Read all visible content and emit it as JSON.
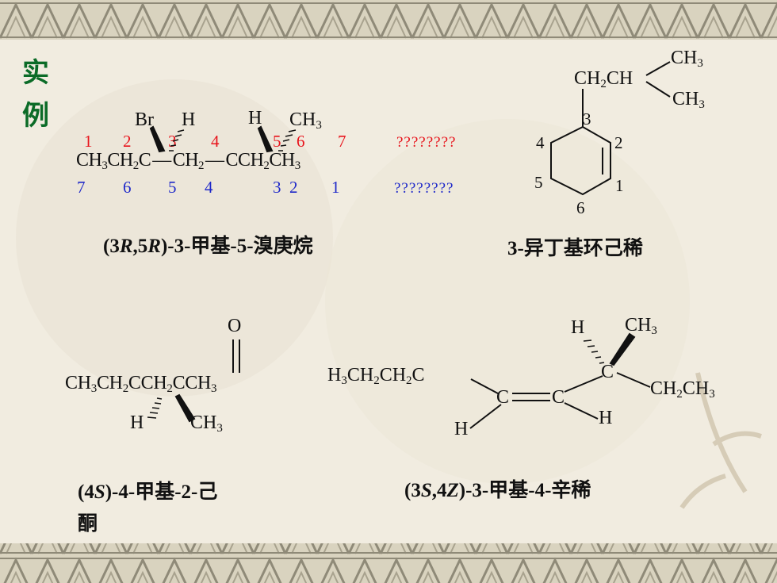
{
  "slide_title": [
    "实",
    "例"
  ],
  "ex1": {
    "top_labels": [
      "Br",
      "H",
      "H",
      "CH3"
    ],
    "red_numbers": [
      "1",
      "2",
      "3",
      "4",
      "5",
      "6",
      "7"
    ],
    "chain": "CH3CH2C—CH2—CCH2CH3",
    "blue_numbers": [
      "7",
      "6",
      "5",
      "4",
      "3",
      "2",
      "1"
    ],
    "q_red": "????????",
    "q_blue": "????????",
    "name_prefix": "(3",
    "name_r1": "R",
    "name_mid": ",5",
    "name_r2": "R",
    "name_suffix": ")-3-甲基-5-溴庚烷"
  },
  "ex2": {
    "substituent_ch": "CH2CH",
    "methyl_1": "CH3",
    "methyl_2": "CH3",
    "ring_numbers": [
      "1",
      "2",
      "3",
      "4",
      "5",
      "6"
    ],
    "name": "3-异丁基环己稀"
  },
  "ex3": {
    "oxygen": "O",
    "chain": "CH3CH2CCH2CCH3",
    "h": "H",
    "ch3": "CH3",
    "name_prefix": "(4",
    "name_s": "S",
    "name_suffix": ")-4-甲基-2-己",
    "name_line2": "酮"
  },
  "ex4": {
    "left_group": "H3CH2CH2C",
    "c1": "C",
    "c2": "C",
    "c3": "C",
    "h_top": "H",
    "ch3_top": "CH3",
    "ch2ch3": "CH2CH3",
    "h_left": "H",
    "h_right": "H",
    "name_prefix": "(3",
    "name_s": "S",
    "name_mid": ",4",
    "name_z": "Z",
    "name_suffix": ")-3-甲基-4-辛稀"
  }
}
